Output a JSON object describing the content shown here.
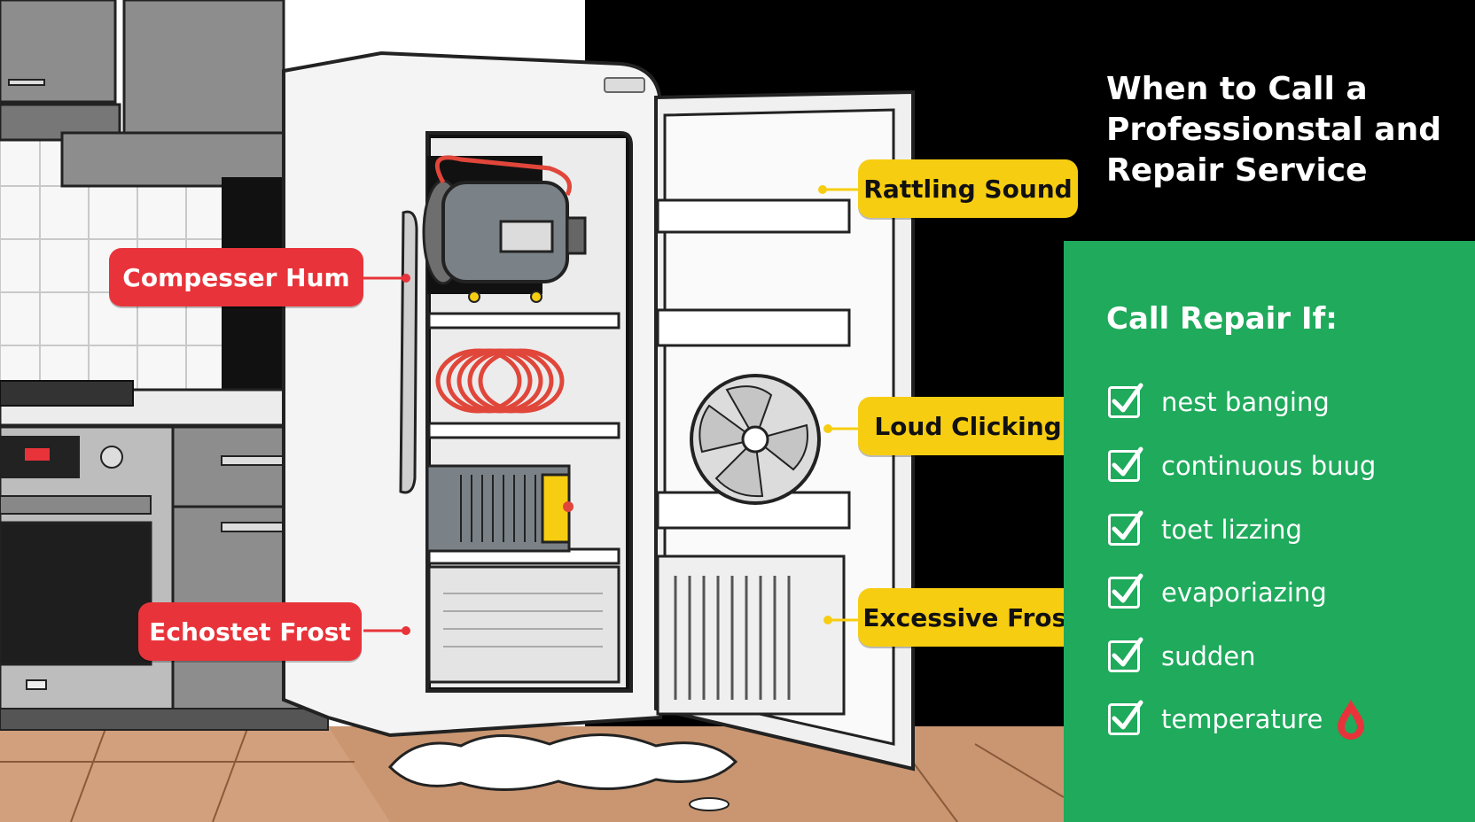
{
  "callouts": {
    "compressor_hum": "Compesser Hum",
    "echostat_frost": "Echostet Frost",
    "rattling_sound": "Rattling Sound",
    "loud_clicking": "Loud Clicking",
    "excessive_frost": "Excessive Frost"
  },
  "title": "When to Call a\nProfessionstal and\nRepair Service",
  "panel": {
    "heading": "Call Repair If:",
    "items": [
      "nest banging",
      "continuous buug",
      "toet lizzing",
      "evaporiazing",
      "sudden",
      "temperature"
    ]
  },
  "colors": {
    "red_label": "#e8333a",
    "yellow_label": "#f7cd12",
    "green_panel": "#1faa5c",
    "background": "#000000"
  },
  "icons": [
    "check-icon",
    "temperature-drop-icon"
  ]
}
